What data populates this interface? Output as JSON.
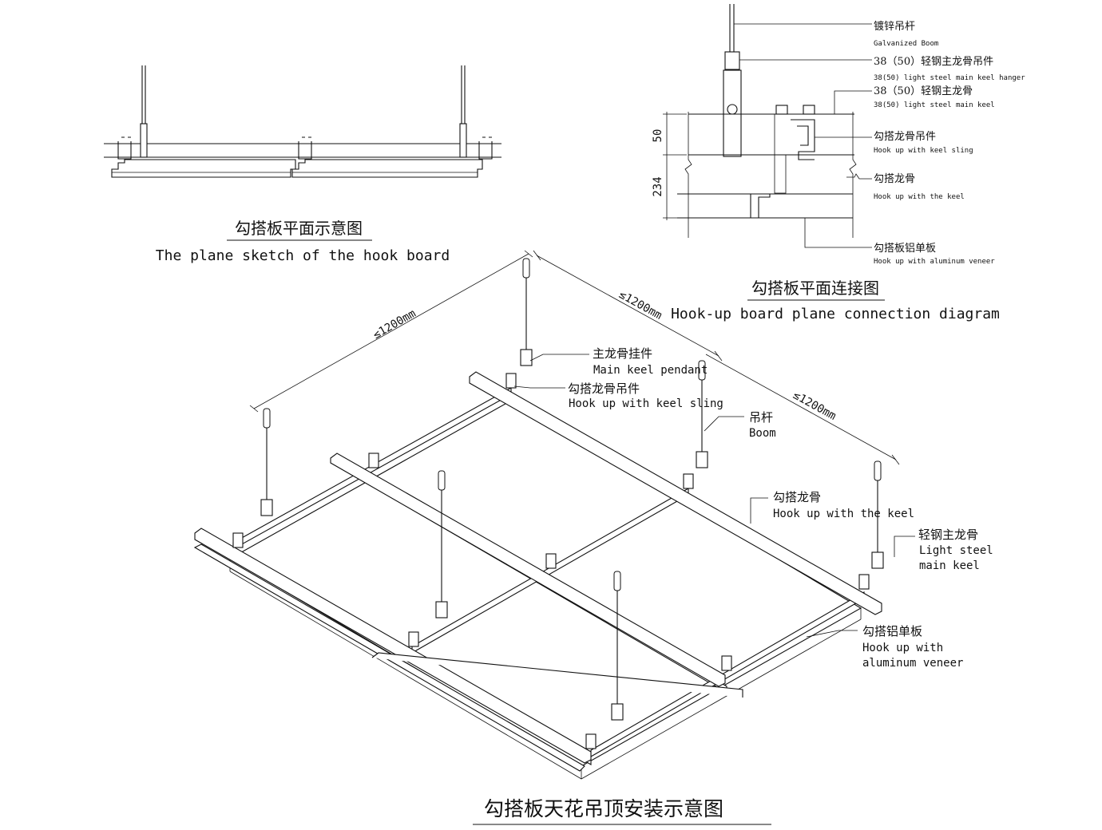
{
  "top_left": {
    "title_cn": "勾搭板平面示意图",
    "title_en": "The plane sketch of the hook board"
  },
  "top_right": {
    "title_cn": "勾搭板平面连接图",
    "title_en": "Hook-up board plane connection diagram",
    "dim_upper": "50",
    "dim_lower": "234",
    "labels": [
      {
        "cn": "镀锌吊杆",
        "en": "Galvanized Boom"
      },
      {
        "cn": "38（50）轻钢主龙骨吊件",
        "en": "38(50) light steel main keel hanger"
      },
      {
        "cn": "38（50）轻钢主龙骨",
        "en": "38(50) light steel main keel"
      },
      {
        "cn": "勾搭龙骨吊件",
        "en": "Hook up with keel sling"
      },
      {
        "cn": "勾搭龙骨",
        "en": "Hook up with the keel"
      },
      {
        "cn": "勾搭板铝单板",
        "en": "Hook up with aluminum veneer"
      }
    ]
  },
  "main": {
    "title_cn": "勾搭板天花吊顶安装示意图",
    "dims": [
      "≤1200mm",
      "≤1200mm",
      "≤1200mm"
    ],
    "labels": {
      "pendant_cn": "主龙骨挂件",
      "pendant_en": "Main keel pendant",
      "sling_cn": "勾搭龙骨吊件",
      "sling_en": "Hook up with keel sling",
      "boom_cn": "吊杆",
      "boom_en": "Boom",
      "keel_cn": "勾搭龙骨",
      "keel_en": "Hook up with the keel",
      "main_keel_cn": "轻钢主龙骨",
      "main_keel_en_1": "Light steel",
      "main_keel_en_2": "main keel",
      "veneer_cn": "勾搭铝单板",
      "veneer_en_1": "Hook up with",
      "veneer_en_2": "aluminum veneer"
    }
  }
}
